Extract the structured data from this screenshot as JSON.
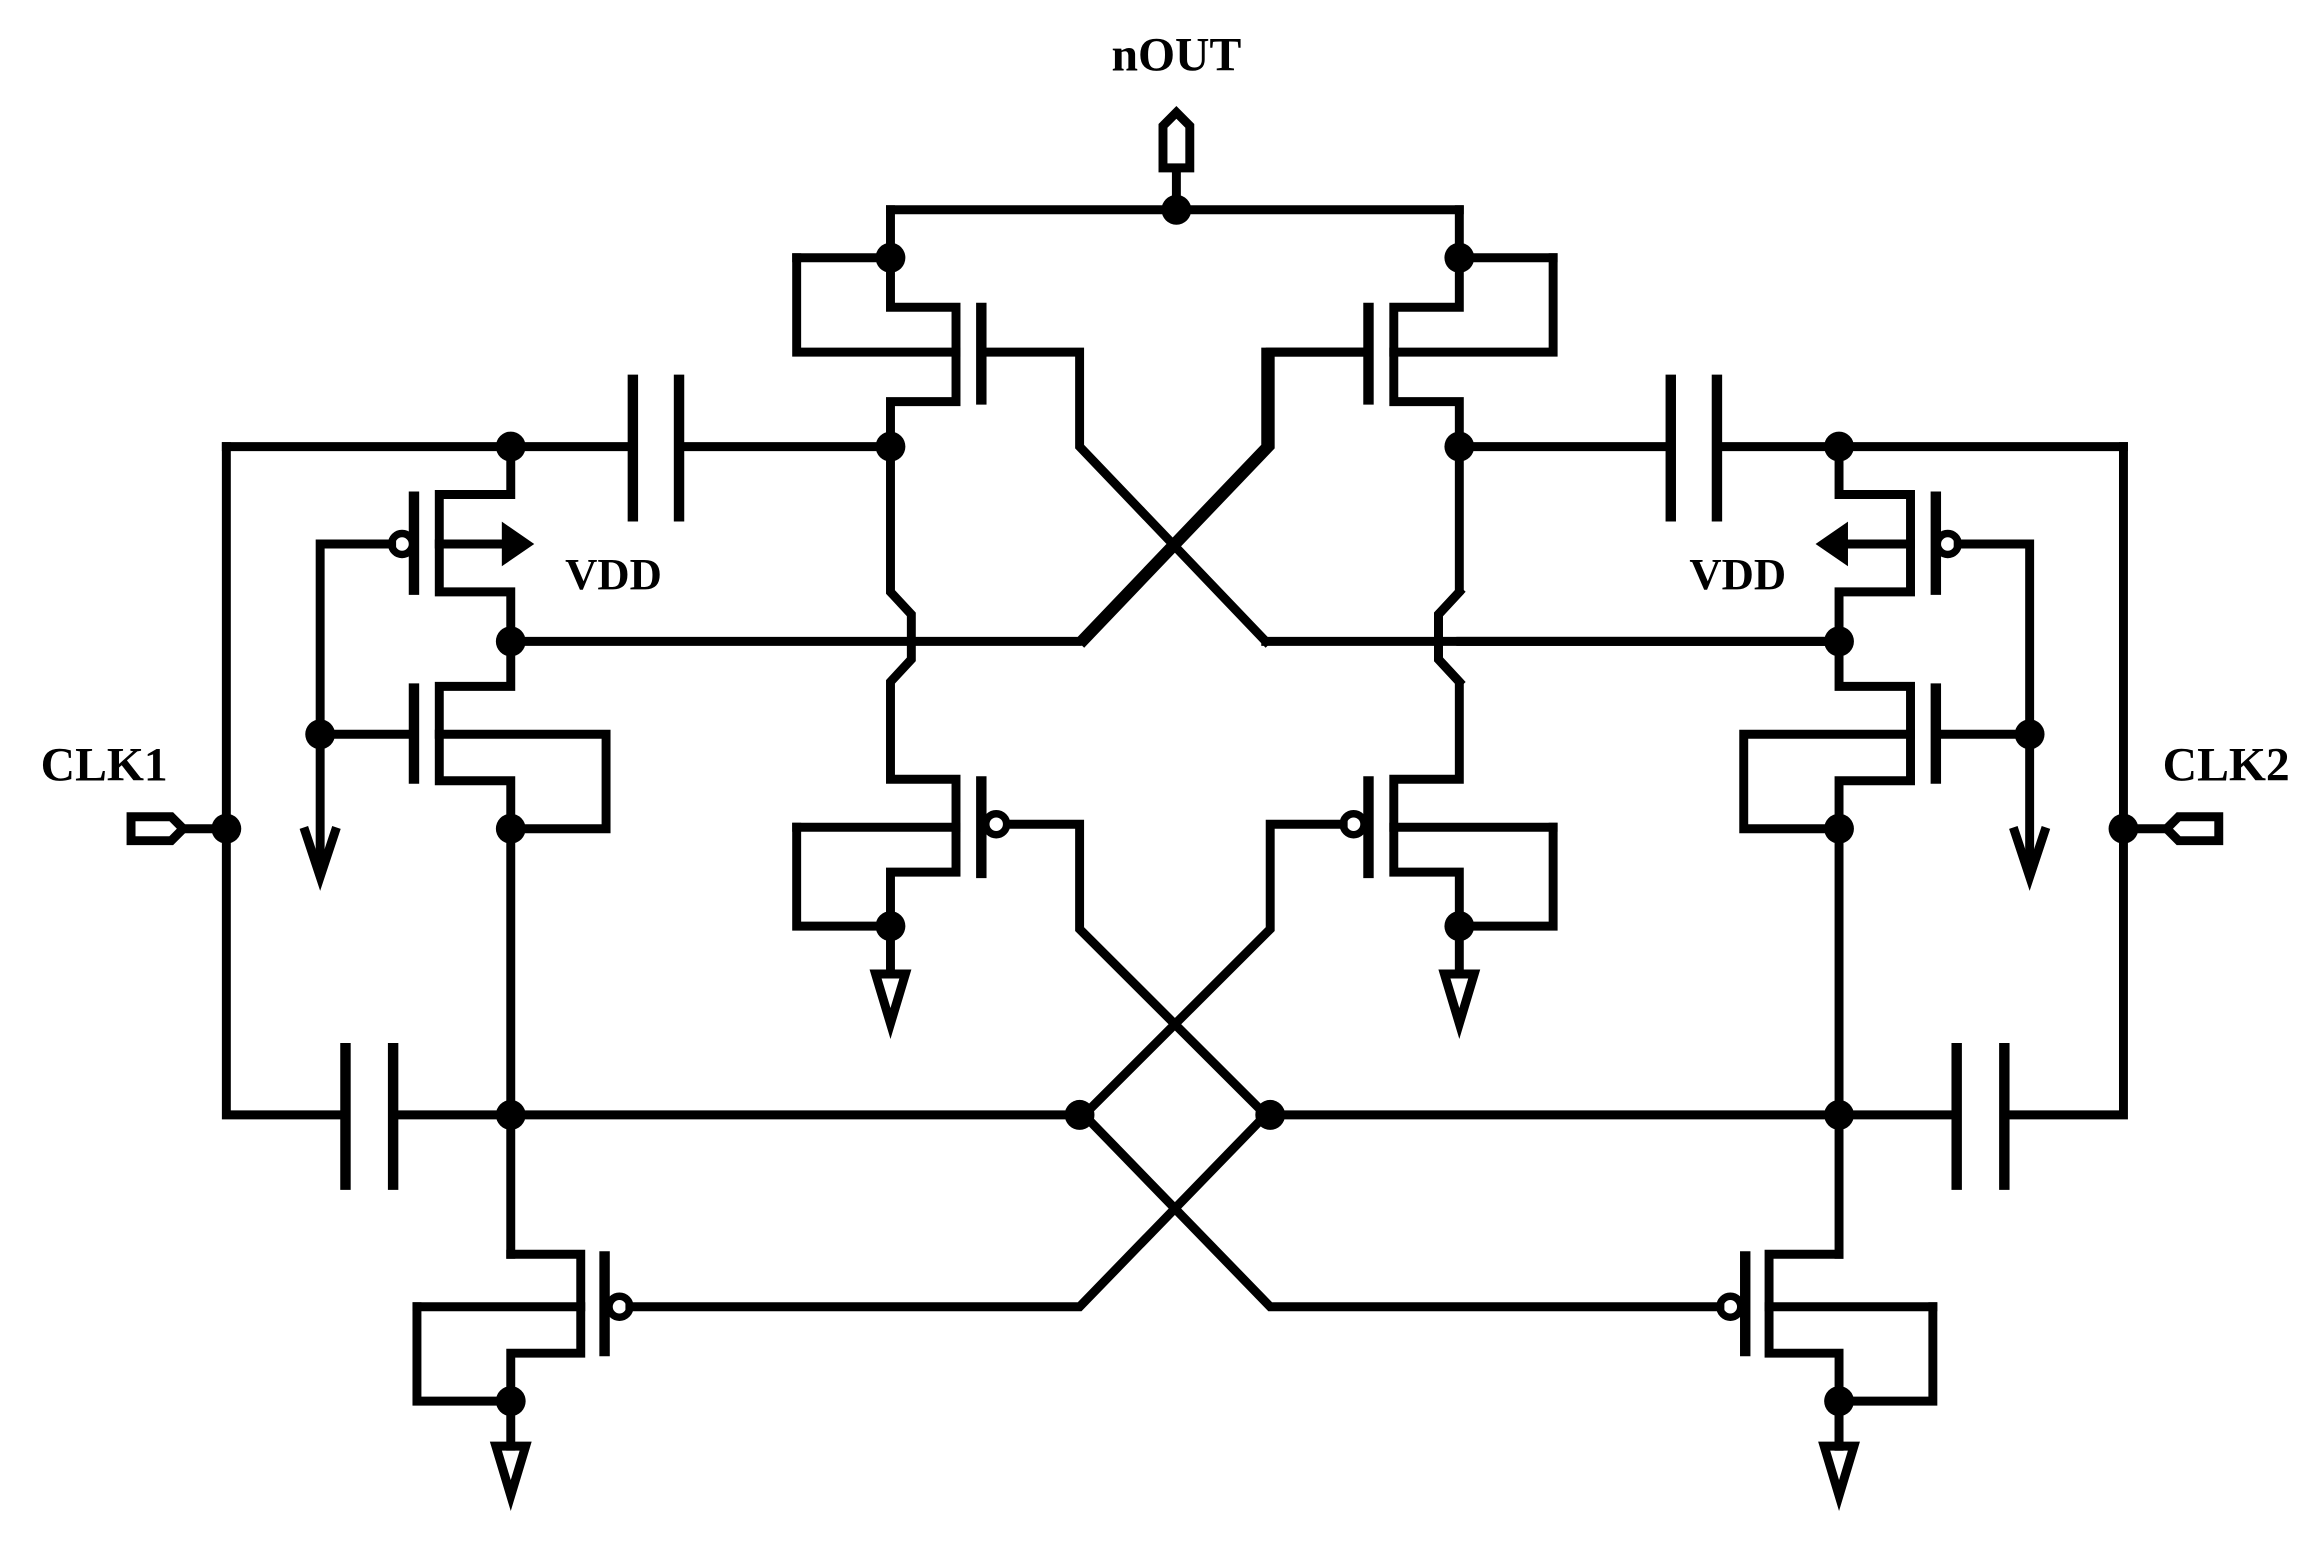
{
  "labels": {
    "output": "nOUT",
    "clk_left": "CLK1",
    "clk_right": "CLK2",
    "supply_left": "VDD",
    "supply_right": "VDD"
  },
  "colors": {
    "ink": "#000000",
    "background": "#ffffff"
  },
  "icons": {
    "port": "pin-arrow-icon",
    "ground": "ground-arrow-icon",
    "supply": "vdd-arrow-icon",
    "junction": "junction-dot-icon"
  }
}
